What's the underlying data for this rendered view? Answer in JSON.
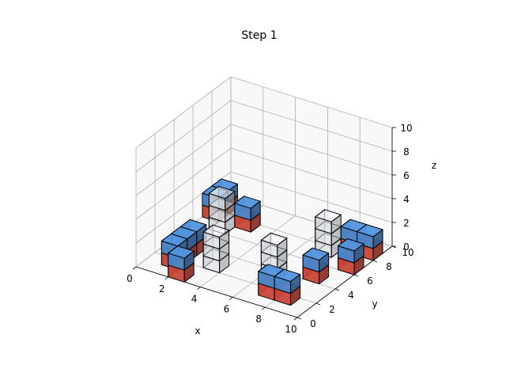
{
  "chart_data": {
    "type": "voxel-3d",
    "title": "Step 1",
    "xlabel": "x",
    "ylabel": "y",
    "zlabel": "z",
    "xlim": [
      0,
      10
    ],
    "ylim": [
      0,
      10
    ],
    "zlim": [
      0,
      10
    ],
    "xticks": [
      "0",
      "2",
      "4",
      "6",
      "8",
      "10"
    ],
    "yticks": [
      "0",
      "2",
      "4",
      "6",
      "8",
      "10"
    ],
    "zticks": [
      "0",
      "2",
      "4",
      "6",
      "8",
      "10"
    ],
    "grid": true,
    "colors": {
      "blue": "#4a86c8",
      "red": "#c8473a",
      "gray": "#d9dde3",
      "edge": "#000000"
    },
    "voxels": [
      {
        "x": 1,
        "y": 1,
        "z": 0,
        "color": "red"
      },
      {
        "x": 1,
        "y": 1,
        "z": 1,
        "color": "blue"
      },
      {
        "x": 1,
        "y": 2,
        "z": 0,
        "color": "red"
      },
      {
        "x": 1,
        "y": 2,
        "z": 1,
        "color": "blue"
      },
      {
        "x": 1,
        "y": 3,
        "z": 0,
        "color": "red"
      },
      {
        "x": 1,
        "y": 3,
        "z": 1,
        "color": "blue"
      },
      {
        "x": 2,
        "y": 0,
        "z": 0,
        "color": "red"
      },
      {
        "x": 2,
        "y": 0,
        "z": 1,
        "color": "blue"
      },
      {
        "x": 3,
        "y": 2,
        "z": 0,
        "color": "gray"
      },
      {
        "x": 3,
        "y": 2,
        "z": 1,
        "color": "gray"
      },
      {
        "x": 3,
        "y": 2,
        "z": 2,
        "color": "gray"
      },
      {
        "x": 0,
        "y": 7,
        "z": 0,
        "color": "red"
      },
      {
        "x": 0,
        "y": 7,
        "z": 1,
        "color": "blue"
      },
      {
        "x": 0,
        "y": 8,
        "z": 0,
        "color": "red"
      },
      {
        "x": 0,
        "y": 8,
        "z": 1,
        "color": "blue"
      },
      {
        "x": 1,
        "y": 6,
        "z": 0,
        "color": "gray"
      },
      {
        "x": 1,
        "y": 6,
        "z": 1,
        "color": "gray"
      },
      {
        "x": 1,
        "y": 6,
        "z": 2,
        "color": "gray"
      },
      {
        "x": 2,
        "y": 7,
        "z": 0,
        "color": "red"
      },
      {
        "x": 2,
        "y": 7,
        "z": 1,
        "color": "blue"
      },
      {
        "x": 6,
        "y": 3,
        "z": 0,
        "color": "gray"
      },
      {
        "x": 6,
        "y": 3,
        "z": 1,
        "color": "gray"
      },
      {
        "x": 6,
        "y": 3,
        "z": 2,
        "color": "gray"
      },
      {
        "x": 7,
        "y": 1,
        "z": 0,
        "color": "red"
      },
      {
        "x": 7,
        "y": 1,
        "z": 1,
        "color": "blue"
      },
      {
        "x": 8,
        "y": 1,
        "z": 0,
        "color": "red"
      },
      {
        "x": 8,
        "y": 1,
        "z": 1,
        "color": "blue"
      },
      {
        "x": 8,
        "y": 4,
        "z": 0,
        "color": "red"
      },
      {
        "x": 8,
        "y": 4,
        "z": 1,
        "color": "blue"
      },
      {
        "x": 7,
        "y": 7,
        "z": 0,
        "color": "gray"
      },
      {
        "x": 7,
        "y": 7,
        "z": 1,
        "color": "gray"
      },
      {
        "x": 7,
        "y": 7,
        "z": 2,
        "color": "gray"
      },
      {
        "x": 8,
        "y": 8,
        "z": 0,
        "color": "red"
      },
      {
        "x": 8,
        "y": 8,
        "z": 1,
        "color": "blue"
      },
      {
        "x": 9,
        "y": 8,
        "z": 0,
        "color": "red"
      },
      {
        "x": 9,
        "y": 8,
        "z": 1,
        "color": "blue"
      },
      {
        "x": 9,
        "y": 6,
        "z": 0,
        "color": "red"
      },
      {
        "x": 9,
        "y": 6,
        "z": 1,
        "color": "blue"
      }
    ]
  }
}
